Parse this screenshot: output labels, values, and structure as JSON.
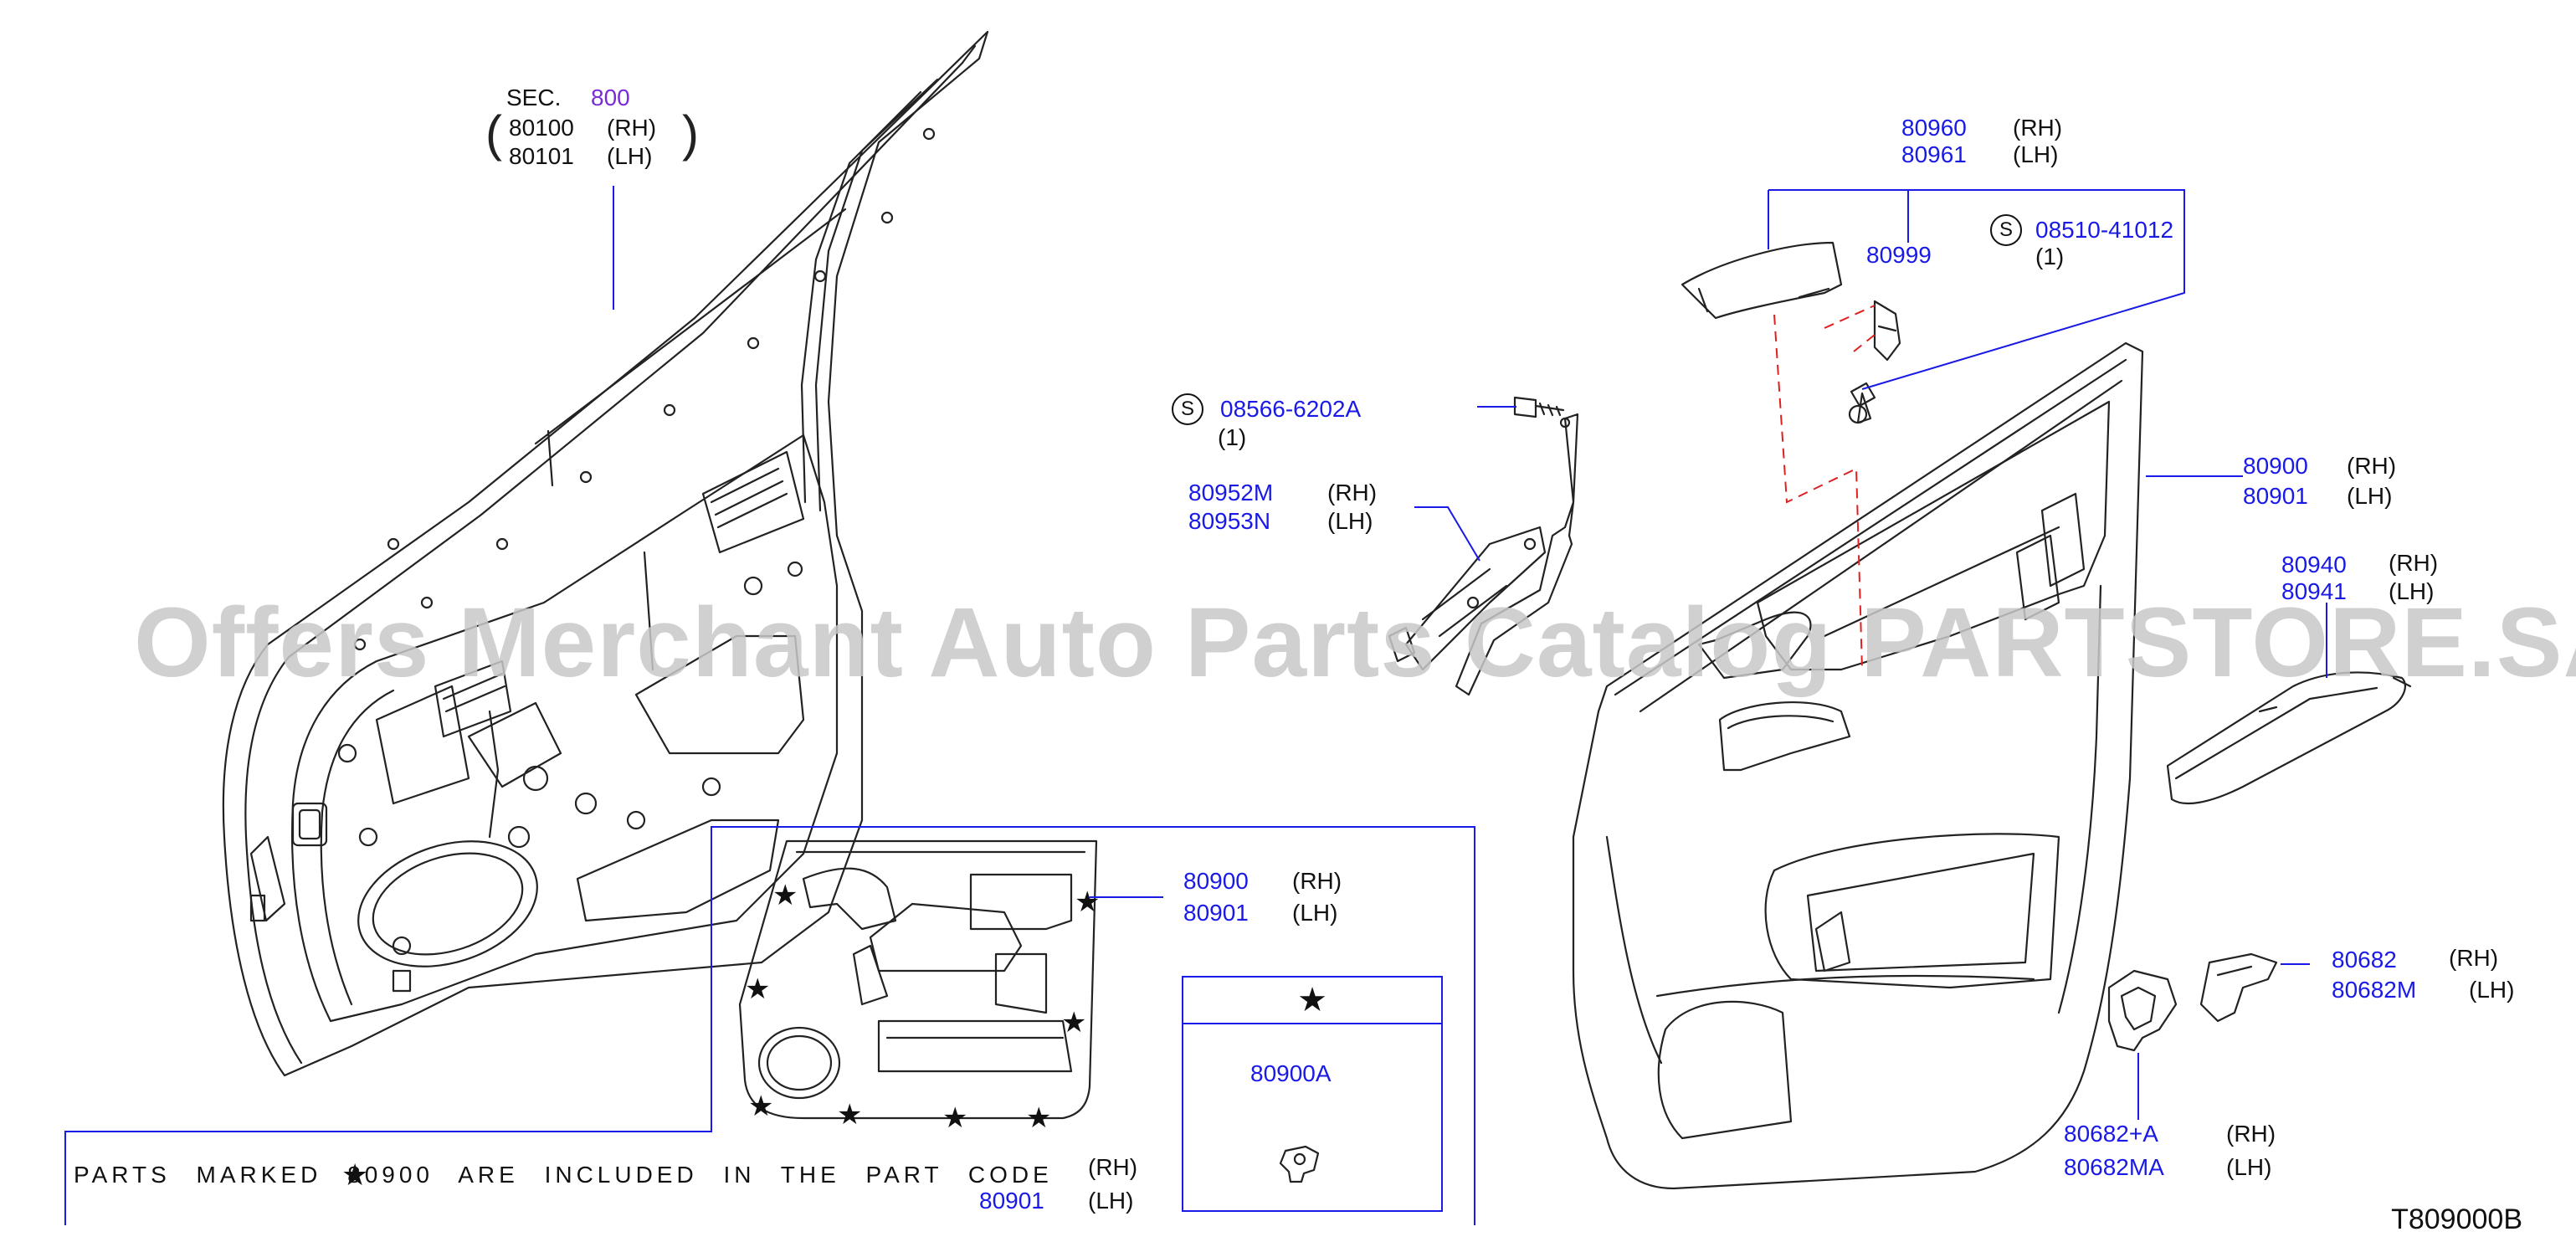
{
  "sec_label": {
    "prefix": "SEC.",
    "number": "800"
  },
  "door_frame": [
    {
      "code": "80100",
      "side": "(RH)"
    },
    {
      "code": "80101",
      "side": "(LH)"
    }
  ],
  "hinge_pin_top": [
    {
      "code": "80960",
      "side": "(RH)"
    },
    {
      "code": "80961",
      "side": "(LH)"
    }
  ],
  "clip_80999": "80999",
  "screw_top": {
    "s": "S",
    "code": "08510-41012",
    "qty": "(1)"
  },
  "screw_left": {
    "s": "S",
    "code": "08566-6202A",
    "qty": "(1)"
  },
  "bracket": [
    {
      "code": "80952M",
      "side": "(RH)"
    },
    {
      "code": "80953N",
      "side": "(LH)"
    }
  ],
  "trim_main": [
    {
      "code": "80900",
      "side": "(RH)"
    },
    {
      "code": "80901",
      "side": "(LH)"
    }
  ],
  "armrest": [
    {
      "code": "80940",
      "side": "(RH)"
    },
    {
      "code": "80941",
      "side": "(LH)"
    }
  ],
  "trim_inset": [
    {
      "code": "80900",
      "side": "(RH)"
    },
    {
      "code": "80901",
      "side": "(LH)"
    }
  ],
  "escutcheon_right": [
    {
      "code": "80682",
      "side": "(RH)"
    },
    {
      "code": "80682M",
      "side": "(LH)"
    }
  ],
  "escutcheon_bottom": [
    {
      "code": "80682+A",
      "side": "(RH)"
    },
    {
      "code": "80682MA",
      "side": "(LH)"
    }
  ],
  "star_box": {
    "star": "★",
    "clip_code": "80900A"
  },
  "note": {
    "text": "PARTS MARKED 80900 ARE INCLUDED IN THE PART CODE",
    "code_rh": "(RH)",
    "code_lh_num": "80901",
    "code_lh": "(LH)"
  },
  "watermark": "Offers Merchant Auto Parts Catalog PARTSTORE.SA",
  "diagram_code": "T809000B",
  "colors": {
    "callout": "#1a1ae6",
    "leader_red": "#e02020",
    "line": "#222222",
    "watermark": "#c8c8c8"
  }
}
